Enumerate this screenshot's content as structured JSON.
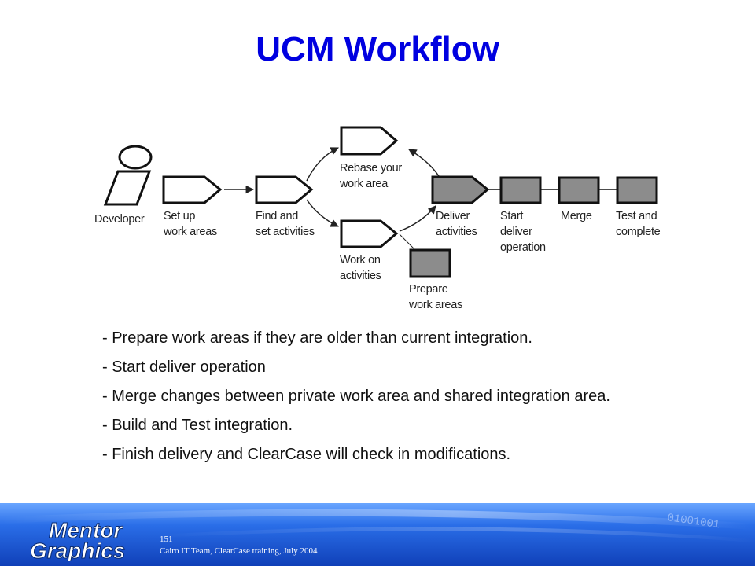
{
  "title": "UCM Workflow",
  "diagram": {
    "nodes": {
      "developer": "Developer",
      "setup_1": "Set up",
      "setup_2": "work areas",
      "find_1": "Find and",
      "find_2": "set activities",
      "rebase_1": "Rebase your",
      "rebase_2": "work area",
      "work_1": "Work on",
      "work_2": "activities",
      "deliver_1": "Deliver",
      "deliver_2": "activities",
      "prepare_1": "Prepare",
      "prepare_2": "work areas",
      "start_1": "Start",
      "start_2": "deliver",
      "start_3": "operation",
      "merge": "Merge",
      "test_1": "Test and",
      "test_2": "complete"
    }
  },
  "bullets": [
    "- Prepare work areas if they are older than current integration.",
    "-  Start deliver operation",
    "- Merge changes between private work area and shared integration area.",
    "- Build and Test integration.",
    "- Finish delivery and ClearCase will check in modifications."
  ],
  "footer": {
    "page_number": "151",
    "text": "Cairo IT Team, ClearCase training, July 2004",
    "logo_line1": "Mentor",
    "logo_line2": "Graphics",
    "watermark": "01001001"
  },
  "colors": {
    "title": "#0000e0",
    "footer_blue": "#1e5fd8",
    "deliver_fill": "#8a8a8a",
    "box_fill": "#8c8c8c"
  }
}
